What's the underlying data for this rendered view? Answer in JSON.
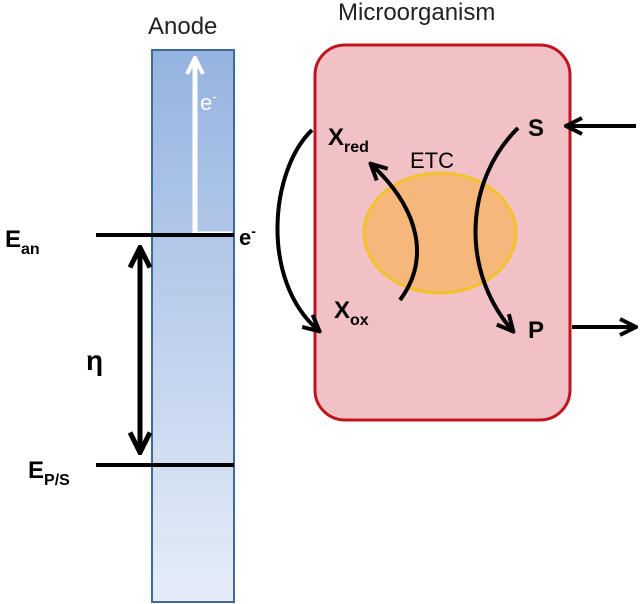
{
  "anode": {
    "title": "Anode",
    "electron_up": "e",
    "electron_up_sup": "-",
    "electron_side": "e",
    "electron_side_sup": "-"
  },
  "energy": {
    "e_an_base": "E",
    "e_an_sub": "an",
    "eta": "η",
    "e_ps_base": "E",
    "e_ps_sub": "P/S"
  },
  "microorganism": {
    "title": "Microorganism",
    "etc": "ETC",
    "x_red_base": "X",
    "x_red_sub": "red",
    "x_ox_base": "X",
    "x_ox_sub": "ox",
    "substrate": "S",
    "product": "P"
  },
  "colors": {
    "anode_top": "#95b3e0",
    "anode_bottom": "#e6edf8",
    "anode_border": "#3f6aa0",
    "cell_fill": "#f2c1c6",
    "cell_border": "#c0151f",
    "etc_fill": "#f5b87a",
    "etc_border": "#f2c22a"
  }
}
